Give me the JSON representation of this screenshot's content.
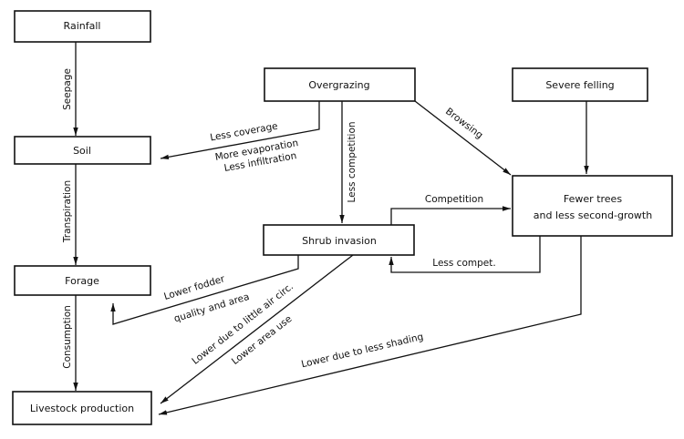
{
  "nodes": {
    "rainfall": {
      "label": "Rainfall"
    },
    "soil": {
      "label": "Soil"
    },
    "forage": {
      "label": "Forage"
    },
    "livestock": {
      "label": "Livestock production"
    },
    "overgrazing": {
      "label": "Overgrazing"
    },
    "severe_felling": {
      "label": "Severe felling"
    },
    "shrub": {
      "label": "Shrub invasion"
    },
    "fewer_trees": {
      "line1": "Fewer trees",
      "line2": "and less second-growth"
    }
  },
  "edges": {
    "seepage": {
      "from": "Rainfall",
      "to": "Soil",
      "label": "Seepage"
    },
    "transpiration": {
      "from": "Soil",
      "to": "Forage",
      "label": "Transpiration"
    },
    "consumption": {
      "from": "Forage",
      "to": "Livestock production",
      "label": "Consumption"
    },
    "less_coverage": {
      "from": "Overgrazing",
      "to": "Soil",
      "label1": "Less coverage",
      "label2": "More evaporation",
      "label3": "Less infiltration"
    },
    "less_competition": {
      "from": "Overgrazing",
      "to": "Shrub invasion",
      "label": "Less competition"
    },
    "browsing": {
      "from": "Overgrazing",
      "to": "Fewer trees and less second-growth",
      "label": "Browsing"
    },
    "felling": {
      "from": "Severe felling",
      "to": "Fewer trees and less second-growth",
      "label": ""
    },
    "competition": {
      "from": "Shrub invasion",
      "to": "Fewer trees and less second-growth",
      "label": "Competition"
    },
    "less_compet": {
      "from": "Fewer trees and less second-growth",
      "to": "Shrub invasion",
      "label": "Less compet."
    },
    "lower_fodder": {
      "from": "Shrub invasion",
      "to": "Forage",
      "label1": "Lower fodder",
      "label2": "quality and area"
    },
    "lower_air": {
      "from": "Shrub invasion",
      "to": "Livestock production",
      "label1": "Lower due to little air circ.",
      "label2": "Lower area use"
    },
    "lower_shading": {
      "from": "Fewer trees and less second-growth",
      "to": "Livestock production",
      "label": "Lower due to less shading"
    }
  }
}
